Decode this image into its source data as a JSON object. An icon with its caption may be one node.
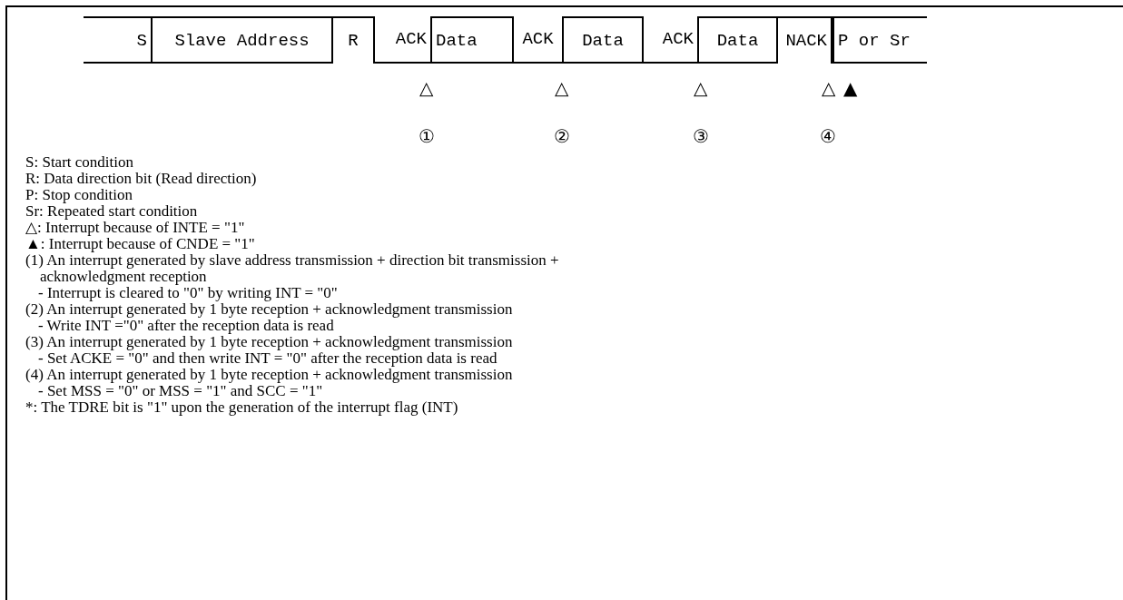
{
  "diagram": {
    "nodes": [
      {
        "text": [
          "S"
        ]
      },
      {
        "text": [
          "Slave Address"
        ]
      },
      {
        "text": [
          "R"
        ]
      },
      {
        "text": [
          "ACK"
        ]
      },
      {
        "text": [
          "Data"
        ]
      },
      {
        "text": [
          "ACK"
        ]
      },
      {
        "text": [
          "Data"
        ]
      },
      {
        "text": [
          "ACK"
        ]
      },
      {
        "text": [
          "Data"
        ]
      },
      {
        "text": [
          "NACK"
        ]
      },
      {
        "text": [
          "P or Sr"
        ]
      }
    ],
    "edges": [],
    "labels": [
      "△",
      "△",
      "△",
      "△",
      "▲",
      "①",
      "②",
      "③",
      "④",
      "S: Start condition",
      "R: Data direction bit (Read direction)",
      "P: Stop condition",
      "Sr: Repeated start condition",
      "△: Interrupt because of INTE = \"1\"",
      "▲: Interrupt because of CNDE = \"1\"",
      "(1) An interrupt generated by slave address transmission + direction bit transmission + acknowledgment reception",
      "- Interrupt is cleared to \"0\" by writing INT = \"0\"",
      "(2) An interrupt generated by 1 byte reception + acknowledgment transmission",
      "- Write INT =\"0\" after the reception data is read",
      "(3) An interrupt generated by 1 byte reception + acknowledgment transmission",
      "- Set ACKE = \"0\" and then write INT = \"0\" after the reception data is read",
      "(4) An interrupt generated by 1 byte reception + acknowledgment transmission",
      "- Set MSS = \"0\" or MSS = \"1\" and SCC = \"1\"",
      "*: The TDRE bit is \"1\" upon the generation of the interrupt flag (INT)"
    ]
  }
}
